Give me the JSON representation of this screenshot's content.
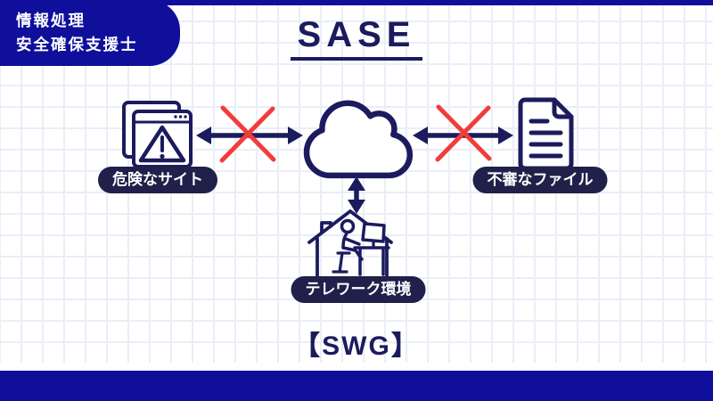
{
  "badge": {
    "line1": "情報処理",
    "line2": "安全確保支援士"
  },
  "title": {
    "text": "SASE"
  },
  "footer_label": "【SWG】",
  "nodes": {
    "dangerous_site": {
      "label": "危険なサイト",
      "icon": "browser-warning-icon"
    },
    "cloud": {
      "icon": "cloud-icon"
    },
    "suspicious_file": {
      "label": "不審なファイル",
      "icon": "document-icon"
    },
    "telework": {
      "label": "テレワーク環境",
      "icon": "house-teleworker-icon"
    }
  },
  "connections": [
    {
      "from": "dangerous_site",
      "to": "cloud",
      "status": "blocked"
    },
    {
      "from": "suspicious_file",
      "to": "cloud",
      "status": "blocked"
    },
    {
      "from": "telework",
      "to": "cloud",
      "status": "allowed"
    }
  ],
  "colors": {
    "brand_blue": "#0f0f9c",
    "diagram_navy": "#1b1b5e",
    "label_pill_navy": "#20204a",
    "blocked_red": "#f23c3c",
    "grid_line": "#e9eef8"
  }
}
